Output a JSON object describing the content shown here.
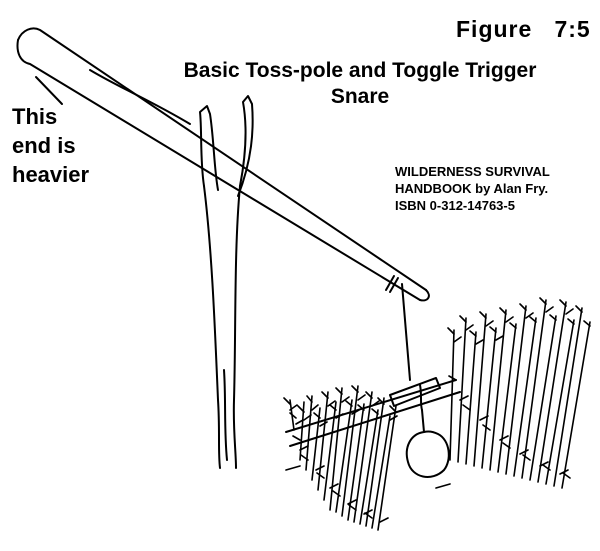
{
  "figure": {
    "number": "Figure   7:5",
    "title_line1": "Basic Toss-pole and Toggle Trigger",
    "title_line2": "Snare"
  },
  "annotation": {
    "line1": "This",
    "line2": "end is",
    "line3": "heavier"
  },
  "credit": {
    "line1": "WILDERNESS SURVIVAL",
    "line2": "HANDBOOK by Alan Fry.",
    "line3": "ISBN 0-312-14763-5"
  },
  "colors": {
    "ink": "#000000",
    "paper": "#ffffff"
  }
}
